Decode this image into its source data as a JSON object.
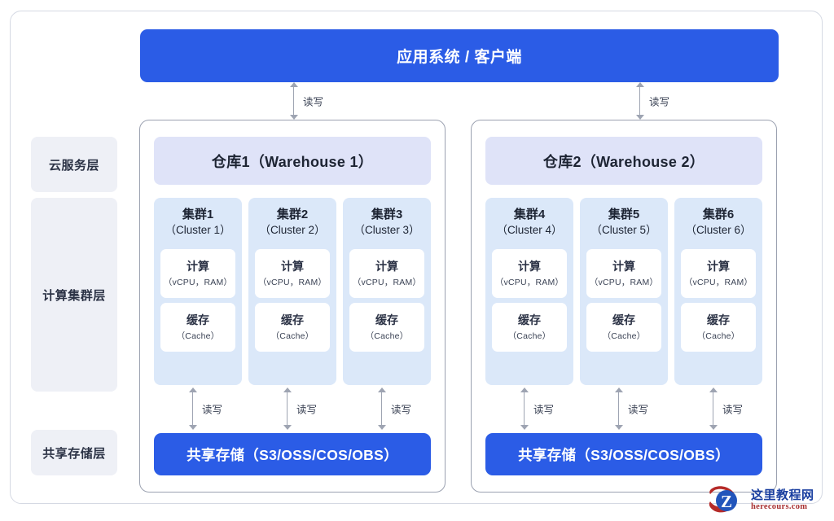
{
  "diagram": {
    "client_banner": "应用系统 / 客户端",
    "layer_labels": [
      {
        "id": "cloud",
        "label": "云服务层"
      },
      {
        "id": "compute",
        "label": "计算集群层"
      },
      {
        "id": "storage",
        "label": "共享存储层"
      }
    ],
    "arrow_label": "读写",
    "warehouses": [
      {
        "title": "仓库1（Warehouse 1）",
        "storage": "共享存储（S3/OSS/COS/OBS）",
        "clusters": [
          {
            "name": "集群1",
            "sub": "（Cluster 1）",
            "compute_title": "计算",
            "compute_sub": "（vCPU，RAM）",
            "cache_title": "缓存",
            "cache_sub": "（Cache）"
          },
          {
            "name": "集群2",
            "sub": "（Cluster 2）",
            "compute_title": "计算",
            "compute_sub": "（vCPU，RAM）",
            "cache_title": "缓存",
            "cache_sub": "（Cache）"
          },
          {
            "name": "集群3",
            "sub": "（Cluster 3）",
            "compute_title": "计算",
            "compute_sub": "（vCPU，RAM）",
            "cache_title": "缓存",
            "cache_sub": "（Cache）"
          }
        ]
      },
      {
        "title": "仓库2（Warehouse 2）",
        "storage": "共享存储（S3/OSS/COS/OBS）",
        "clusters": [
          {
            "name": "集群4",
            "sub": "（Cluster 4）",
            "compute_title": "计算",
            "compute_sub": "（vCPU，RAM）",
            "cache_title": "缓存",
            "cache_sub": "（Cache）"
          },
          {
            "name": "集群5",
            "sub": "（Cluster 5）",
            "compute_title": "计算",
            "compute_sub": "（vCPU，RAM）",
            "cache_title": "缓存",
            "cache_sub": "（Cache）"
          },
          {
            "name": "集群6",
            "sub": "（Cluster 6）",
            "compute_title": "计算",
            "compute_sub": "（vCPU，RAM）",
            "cache_title": "缓存",
            "cache_sub": "（Cache）"
          }
        ]
      }
    ],
    "colors": {
      "primary_blue": "#2b5ce6",
      "warehouse_header": "#dfe3f8",
      "cluster_fill": "#dbe8f9",
      "layer_label_fill": "#eef0f6",
      "arrow_gray": "#9ea4b2",
      "outer_border": "#d5d9e3",
      "warehouse_border": "#9ba1b0"
    }
  },
  "watermark": {
    "monogram": "Z",
    "title": "这里教程网",
    "url": "herecours.com"
  }
}
